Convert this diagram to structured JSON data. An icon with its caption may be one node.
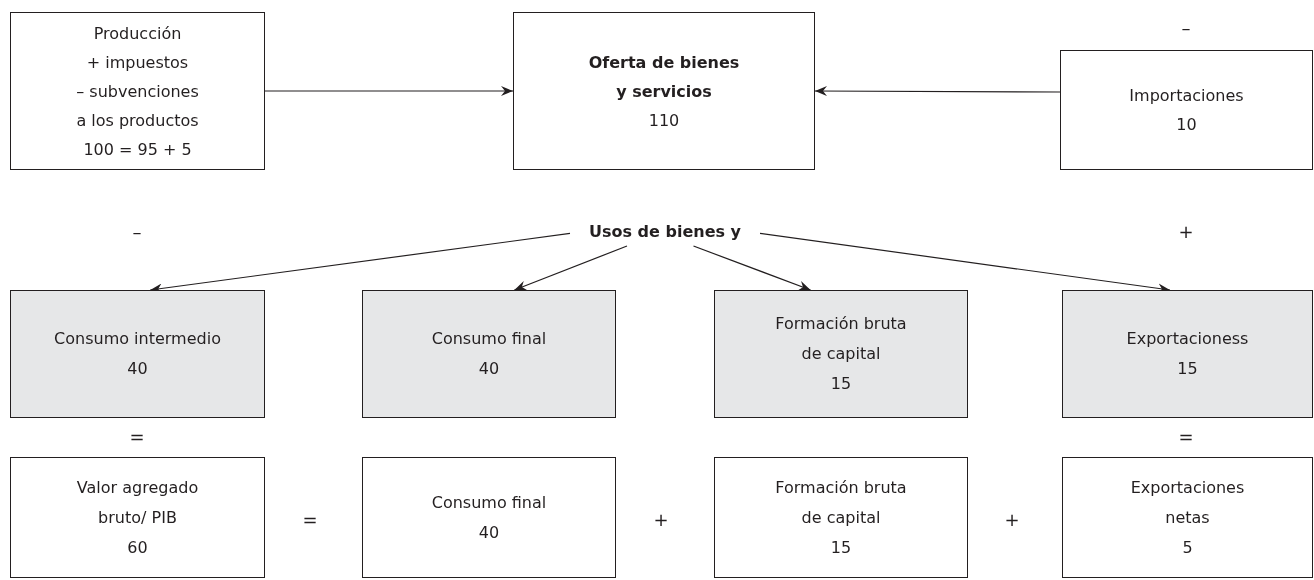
{
  "diagram": {
    "nodes": [
      {
        "text": [
          "Producción",
          "+ impuestos",
          "– subvenciones",
          "a los productos",
          "100 = 95 + 5"
        ]
      },
      {
        "text": [
          "Oferta de bienes y servicios",
          "110"
        ]
      },
      {
        "text": [
          "Importaciones",
          "10"
        ]
      },
      {
        "text": [
          "Usos de bienes y"
        ]
      },
      {
        "text": [
          "Consumo intermedio",
          "40"
        ]
      },
      {
        "text": [
          "Consumo final",
          "40"
        ]
      },
      {
        "text": [
          "Formación bruta de capital",
          "15"
        ]
      },
      {
        "text": [
          "Exportacioness",
          "15"
        ]
      },
      {
        "text": [
          "Valor agregado bruto/ PIB",
          "60"
        ]
      },
      {
        "text": [
          "Consumo final",
          "40"
        ]
      },
      {
        "text": [
          "Formación bruta de capital",
          "15"
        ]
      },
      {
        "text": [
          "Exportaciones netas",
          "5"
        ]
      }
    ],
    "edges": [
      {
        "from": 0,
        "to": 1,
        "arrow": "to"
      },
      {
        "from": 2,
        "to": 1,
        "arrow": "to"
      },
      {
        "from": 3,
        "to": 4,
        "arrow": "to"
      },
      {
        "from": 3,
        "to": 5,
        "arrow": "to"
      },
      {
        "from": 3,
        "to": 6,
        "arrow": "to"
      },
      {
        "from": 3,
        "to": 7,
        "arrow": "to"
      }
    ],
    "labels": [
      "–",
      "–",
      "+",
      "=",
      "=",
      "=",
      "+",
      "+"
    ]
  }
}
